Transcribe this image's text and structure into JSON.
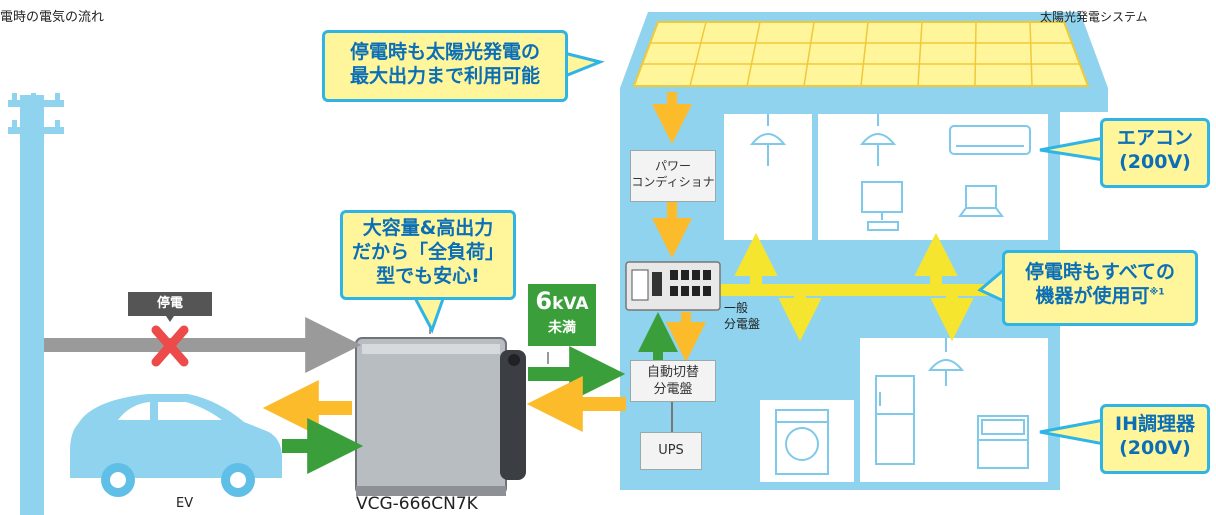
{
  "caption": "電時の電気の流れ",
  "solar_label": "太陽光発電システム",
  "callouts": {
    "solar_line1": "停電時も太陽光発電の",
    "solar_line2": "最大出力まで利用可能",
    "capacity_line1": "大容量&高出力",
    "capacity_line2": "だから「全負荷」",
    "capacity_line3": "型でも安心!",
    "aircon_line1": "エアコン",
    "aircon_line2": "(200V)",
    "all_devices_line1": "停電時もすべての",
    "all_devices_line2": "機器が使用可",
    "all_devices_note": "※1",
    "ih_line1": "IH調理器",
    "ih_line2": "(200V)"
  },
  "power_outage_label": "停電",
  "capacity_value": "6",
  "capacity_unit": "kVA",
  "capacity_qualifier": "未満",
  "power_conditioner_line1": "パワー",
  "power_conditioner_line2": "コンディショナ",
  "distribution_panel_line1": "一般",
  "distribution_panel_line2": "分電盤",
  "auto_switch_line1": "自動切替",
  "auto_switch_line2": "分電盤",
  "ups_label": "UPS",
  "ev_label": "EV",
  "device_model": "VCG-666CN7K",
  "colors": {
    "house": "#8fd3ef",
    "grid_arrow": "#9a9a9a",
    "yellow_flow": "#f5e52e",
    "orange_flow": "#fbbb2a",
    "green_flow": "#3a9f3a",
    "cross": "#ec4b49",
    "callout_border": "#2fb4e6",
    "callout_fill": "#fff59a",
    "callout_text": "#0b6fb8"
  }
}
